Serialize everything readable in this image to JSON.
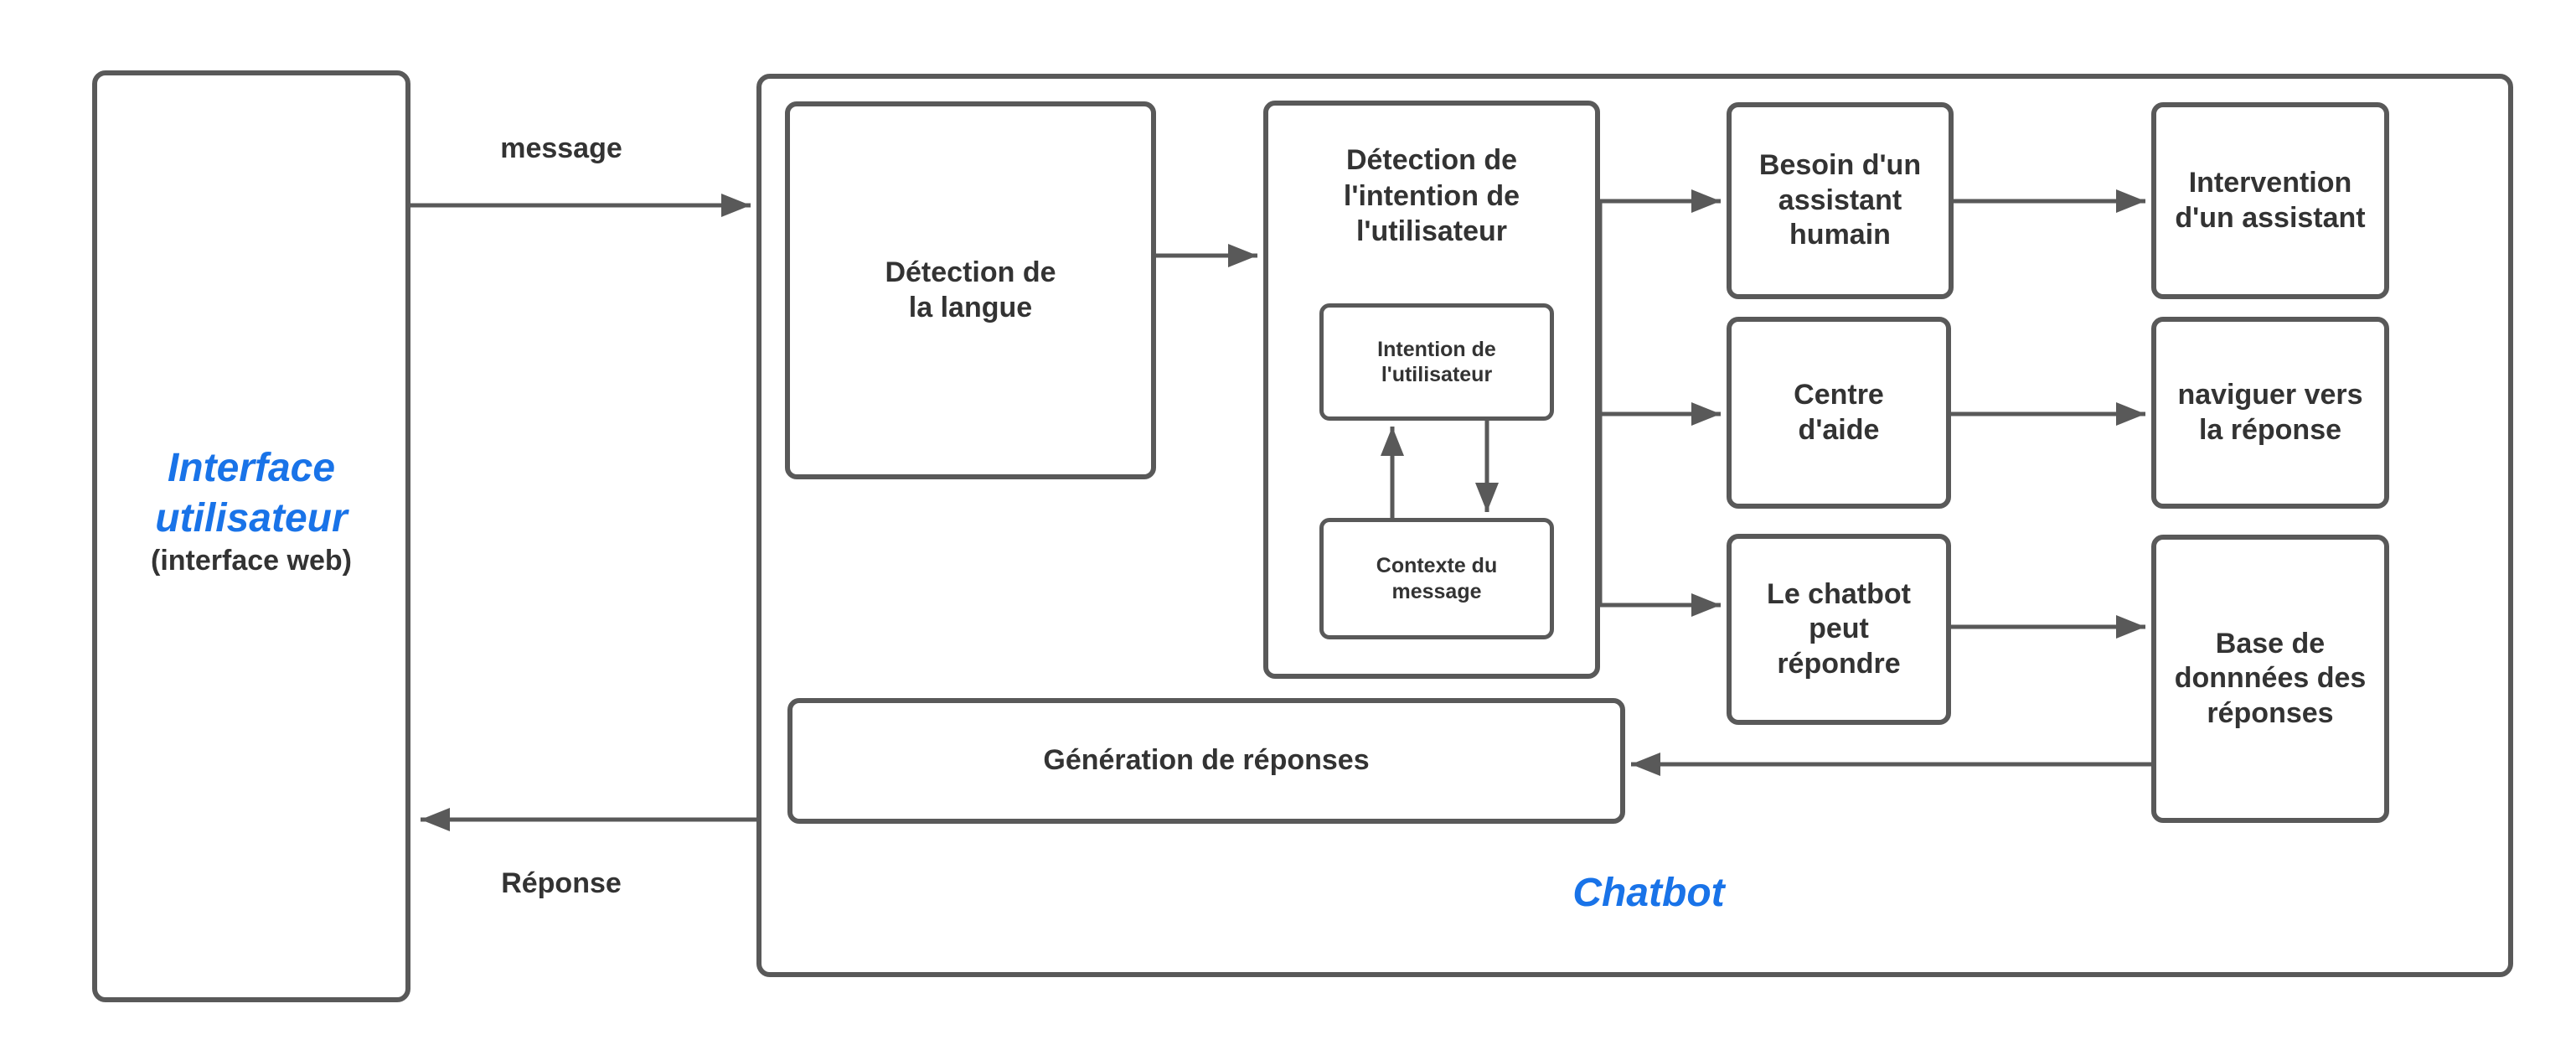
{
  "diagram": {
    "colors": {
      "stroke": "#595959",
      "text": "#333333",
      "accent_blue": "#1973e8",
      "background": "#ffffff"
    },
    "interface_box": {
      "title": "Interface\nutilisateur",
      "subtitle": "(interface web)"
    },
    "chatbot_container_label": "Chatbot",
    "edge_labels": {
      "message": "message",
      "response": "Réponse"
    },
    "nodes": {
      "langue": "Détection de\nla langue",
      "intention_title": "Détection de\nl'intention de\nl'utilisateur",
      "intention_user": "Intention de\nl'utilisateur",
      "contexte": "Contexte du\nmessage",
      "besoin": "Besoin d'un\nassistant\nhumain",
      "intervention": "Intervention\nd'un assistant",
      "centre": "Centre\nd'aide",
      "naviguer": "naviguer vers\nla réponse",
      "peut": "Le chatbot\npeut\nrépondre",
      "base": "Base de\ndonnnées des\nréponses",
      "generation": "Génération de réponses"
    }
  }
}
